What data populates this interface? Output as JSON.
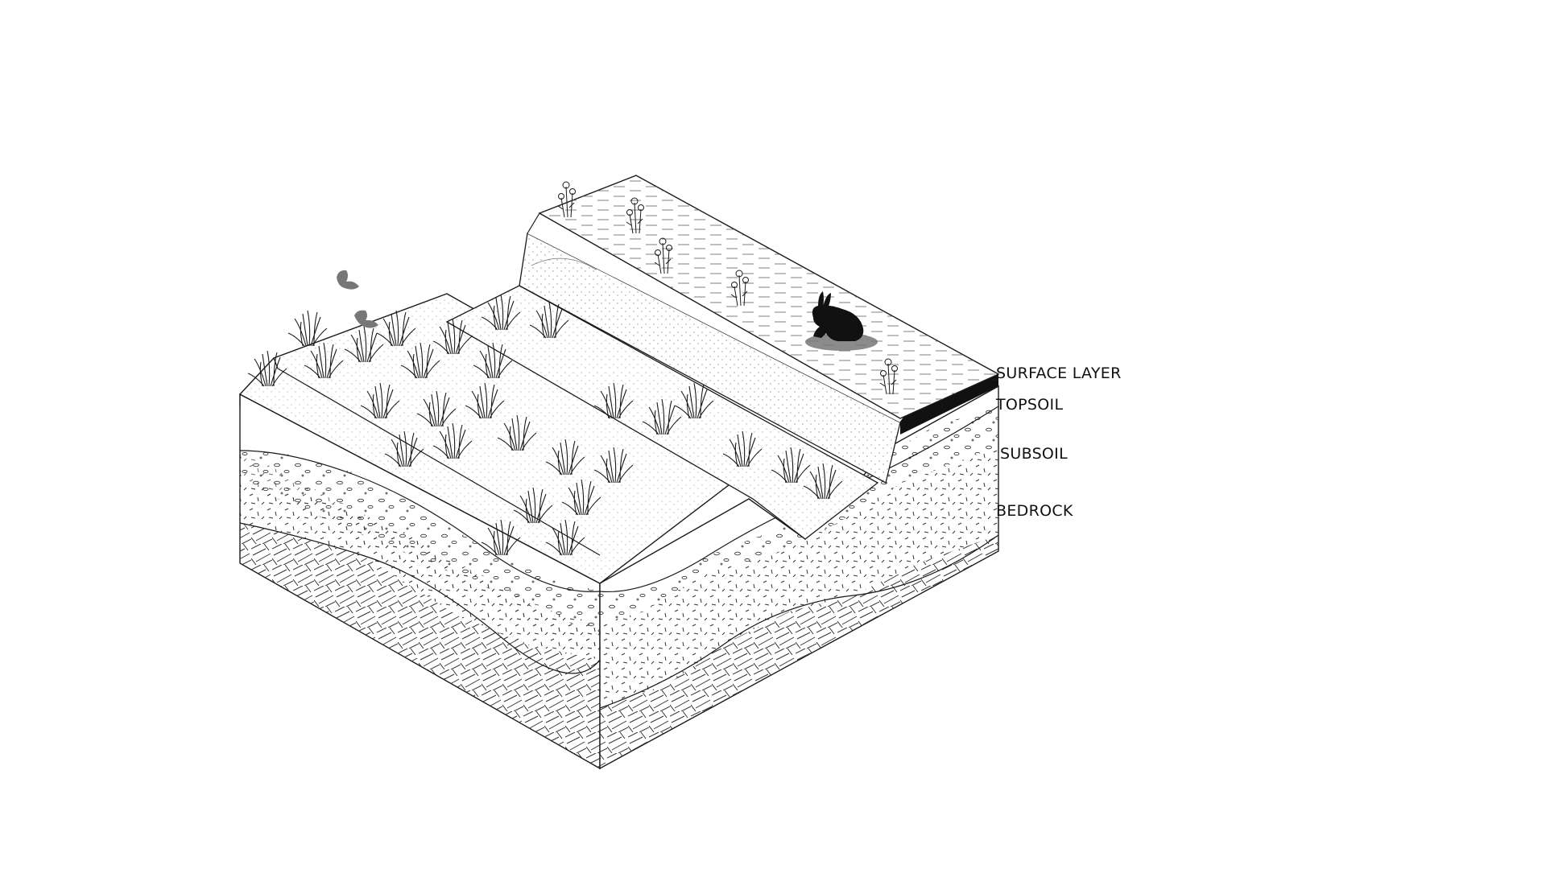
{
  "diagram": {
    "labels": {
      "surface_layer": "SURFACE LAYER",
      "topsoil": "TOPSOIL",
      "subsoil": "SUBSOIL",
      "bedrock": "BEDROCK"
    },
    "elements": {
      "fauna": [
        "butterfly-icon",
        "butterfly-icon",
        "rabbit-icon"
      ],
      "flora": [
        "grass-clump-icon",
        "wildflower-icon"
      ]
    },
    "colors": {
      "line": "#1a1a1a",
      "background": "#ffffff",
      "rabbit": "#111111",
      "butterfly": "#777777"
    }
  }
}
